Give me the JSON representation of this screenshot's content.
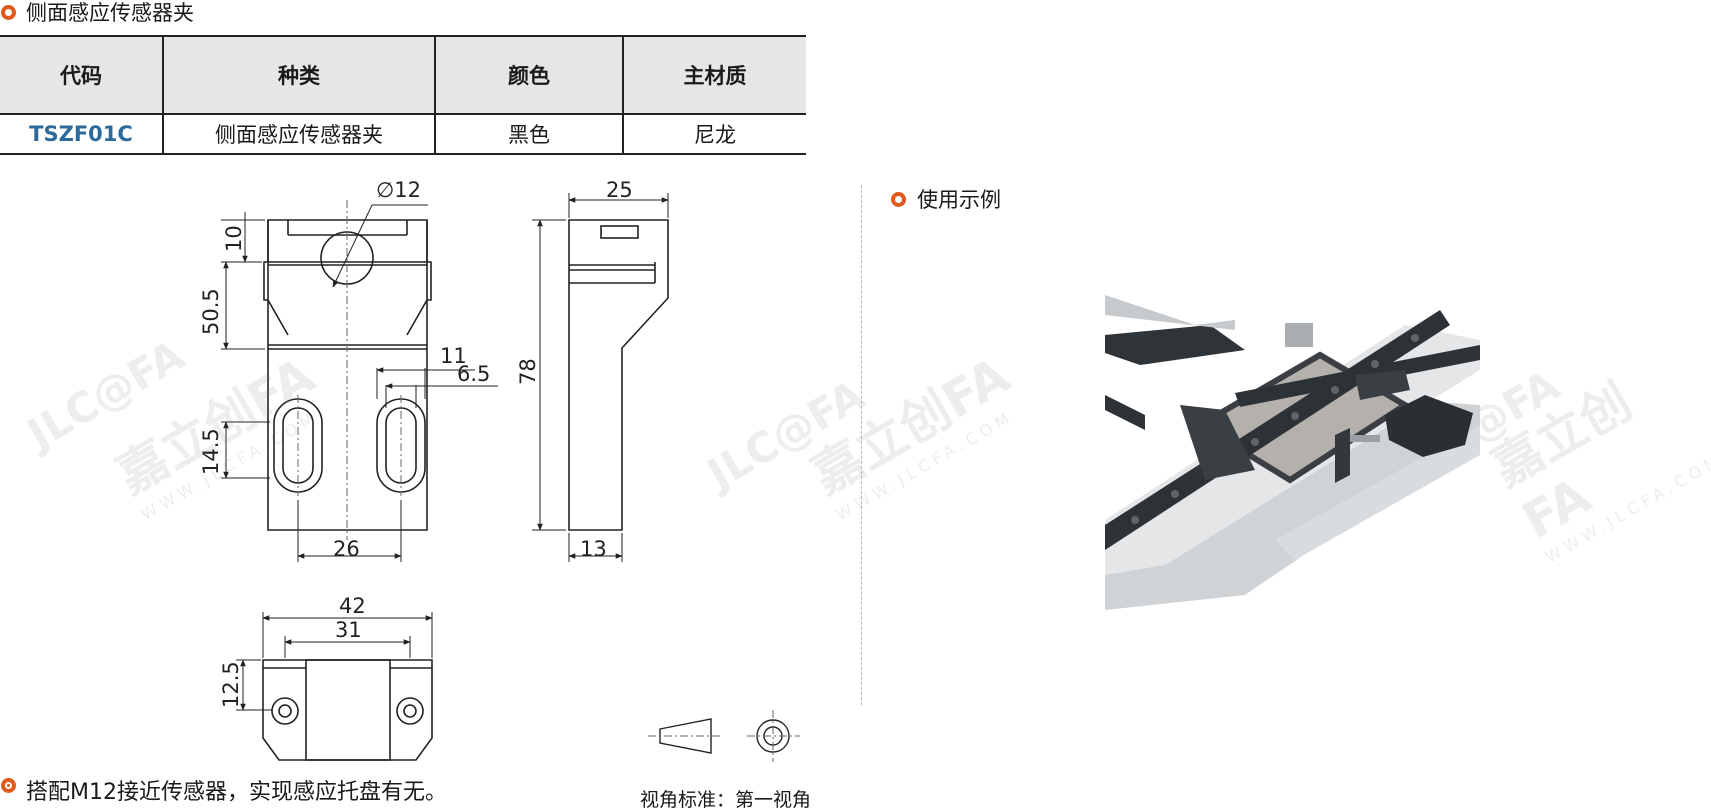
{
  "title": "侧面感应传感器夹",
  "table": {
    "headers": [
      "代码",
      "种类",
      "颜色",
      "主材质"
    ],
    "row": {
      "code": "TSZF01C",
      "type": "侧面感应传感器夹",
      "color": "黑色",
      "material": "尼龙"
    }
  },
  "usage_title": "使用示例",
  "dimensions": {
    "front": {
      "diameter": "∅12",
      "top": "10",
      "height": "50.5",
      "slot": "14.5",
      "width": "26",
      "w11": "11",
      "w65": "6.5"
    },
    "side": {
      "width": "25",
      "height": "78",
      "base": "13"
    },
    "bottom": {
      "outer": "42",
      "inner": "31",
      "height": "12.5"
    }
  },
  "watermark": {
    "brand": "嘉立创FA",
    "logo": "JLC@FA",
    "url": "WWW.JLCFA.COM"
  },
  "note": "搭配M12接近传感器，实现感应托盘有无。",
  "view_note": "视角标准：第一视角",
  "colors": {
    "accent": "#e05a1c",
    "code": "#2d6a99",
    "header_bg": "#e6e6e6"
  }
}
